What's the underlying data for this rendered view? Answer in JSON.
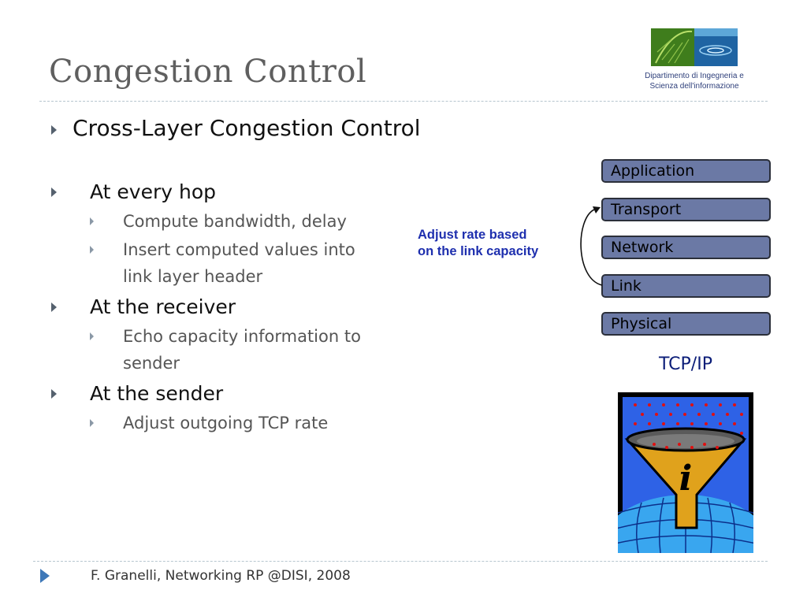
{
  "slide": {
    "title": "Congestion Control",
    "department": {
      "line1": "Dipartimento di   Ingegneria e",
      "line2": "Scienza dell'informazione"
    },
    "heading": "Cross-Layer Congestion Control",
    "bullets": [
      {
        "text": "At every hop",
        "sub": [
          "Compute bandwidth, delay",
          "Insert computed values into link layer header"
        ]
      },
      {
        "text": "At the receiver",
        "sub": [
          "Echo capacity information to sender"
        ]
      },
      {
        "text": "At the sender",
        "sub": [
          "Adjust outgoing TCP rate"
        ]
      }
    ],
    "stack": {
      "layers": [
        "Application",
        "Transport",
        "Network",
        "Link",
        "Physical"
      ],
      "caption": "TCP/IP",
      "annotation_line1": "Adjust rate based",
      "annotation_line2": "on the link capacity"
    },
    "footer": "F. Granelli, Networking RP @DISI, 2008"
  },
  "colors": {
    "title": "#5f5f5f",
    "layer_fill": "#6b79a5",
    "annotation": "#1e2fae",
    "caption": "#0b1d78",
    "clipart_bg": "#2e62e6",
    "funnel": "#e0a21c"
  },
  "icons": {
    "bullet": "triangle-right-icon",
    "logo": "department-logo",
    "clipart": "info-funnel-icon"
  }
}
